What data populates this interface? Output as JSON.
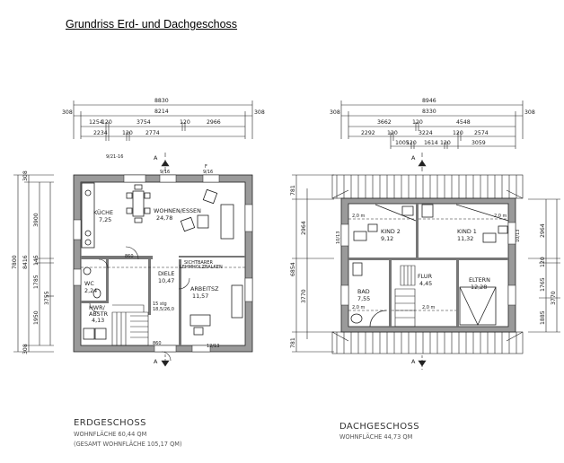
{
  "title": "Grundriss Erd- und Dachgeschoss",
  "eg": {
    "name": "ERDGESCHOSS",
    "area_line1": "WOHNFLÄCHE 60,44 QM",
    "area_line2": "(GESAMT WOHNFLÄCHE 105,17 QM)",
    "dim_total": "8830",
    "dim_inner": "8214",
    "dim_wall_l": "308",
    "dim_wall_r": "308",
    "dim_r3": [
      "1254",
      "120",
      "3754",
      "120",
      "2966"
    ],
    "dim_r4": [
      "2234",
      "120",
      "2774"
    ],
    "dim_left_total": "7800",
    "dim_left_a": "8416",
    "dim_left_segs": [
      "308",
      "3900",
      "145",
      "1785",
      "1950",
      "3755",
      "308"
    ],
    "rooms": {
      "kueche": {
        "name": "KÜCHE",
        "area": "7,25"
      },
      "wohnen": {
        "name": "WOHNEN/ESSEN",
        "area": "24,78"
      },
      "diele": {
        "name": "DIELE",
        "area": "10,47"
      },
      "arbeitsz": {
        "name": "ARBEITSZ",
        "area": "11,57"
      },
      "wc": {
        "name": "WC",
        "area": "2,24"
      },
      "hwr": {
        "name": "HWR/",
        "name2": "ABSTR",
        "area": "4,13"
      }
    },
    "notes": {
      "sichtbarer": "SICHTBARER",
      "lehmholz": "LEHMHOLZBALKEN",
      "stairs": "15 stg",
      "stairs2": "18,5/26,0",
      "door_860a": "860",
      "door_860b": "860",
      "win_a": "9/16",
      "win_b": "9/21-16",
      "win_c": "9/16",
      "win_d": "12/13",
      "label_a": "A",
      "label_b": "A",
      "label_f": "F"
    }
  },
  "dg": {
    "name": "DACHGESCHOSS",
    "area_line1": "WOHNFLÄCHE 44,73 QM",
    "dim_total": "8946",
    "dim_inner": "8330",
    "dim_wall_l": "308",
    "dim_wall_r": "308",
    "dim_r3": [
      "3662",
      "120",
      "4548"
    ],
    "dim_r4": [
      "2292",
      "120",
      "3224",
      "120",
      "2574"
    ],
    "dim_r5": [
      "1005",
      "120",
      "1614",
      "120",
      "3059"
    ],
    "dim_left_total": "6854",
    "dim_left_segs": [
      "781",
      "2964",
      "3770",
      "781"
    ],
    "dim_right_segs": [
      "2964",
      "120",
      "1765",
      "1885",
      "3770"
    ],
    "rooms": {
      "kind2": {
        "name": "KIND 2",
        "area": "9,12"
      },
      "kind1": {
        "name": "KIND 1",
        "area": "11,32"
      },
      "flur": {
        "name": "FLUR",
        "area": "4,45"
      },
      "bad": {
        "name": "BAD",
        "area": "7,55"
      },
      "eltern": {
        "name": "ELTERN",
        "area": "12,28"
      }
    },
    "notes": {
      "h20a": "2,0 m",
      "h20b": "2,0 m",
      "h20c": "2,0 m",
      "h20d": "2,0 m",
      "win_a": "10/13",
      "win_b": "10/13",
      "label_a": "A",
      "label_b": "A"
    }
  }
}
